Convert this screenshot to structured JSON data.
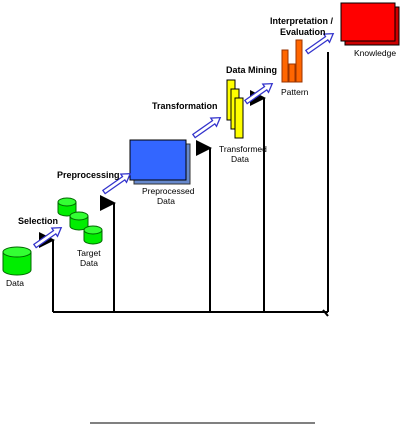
{
  "stages": {
    "selection": "Selection",
    "preprocessing": "Preprocessing",
    "transformation": "Transformation",
    "data_mining": "Data Mining",
    "interpretation_line1": "Interpretation /",
    "interpretation_line2": "Evaluation"
  },
  "artifacts": {
    "data": "Data",
    "target_line1": "Target",
    "target_line2": "Data",
    "preprocessed_line1": "Preprocessed",
    "preprocessed_line2": "Data",
    "transformed_line1": "Transformed",
    "transformed_line2": "Data",
    "pattern": "Pattern",
    "knowledge": "Knowledge"
  },
  "colors": {
    "data_green": "#00ee00",
    "preprocessed_blue": "#3366ff",
    "transformed_yellow": "#ffff00",
    "pattern_orange": "#ff6600",
    "knowledge_red": "#ff0000",
    "arrow_outline": "#3333cc"
  }
}
